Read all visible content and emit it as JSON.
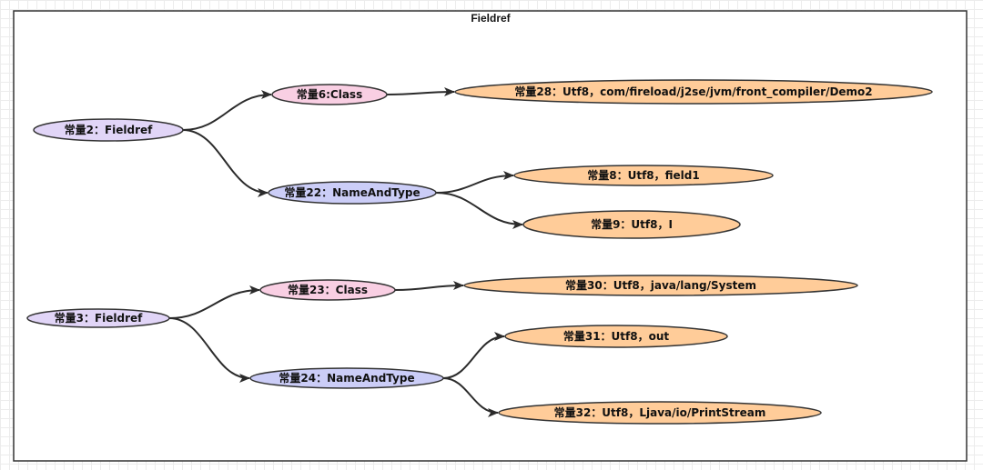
{
  "title": "Fieldref",
  "colors": {
    "fieldref": "#e1d5f7",
    "class": "#f9cfe3",
    "name_and_type": "#cbcdf7",
    "utf8": "#ffcc99",
    "stroke": "#333333",
    "edge": "#2b2b2b"
  },
  "nodes": [
    {
      "id": "n2",
      "label": "常量2：Fieldref",
      "kind": "fieldref"
    },
    {
      "id": "n6",
      "label": "常量6:Class",
      "kind": "class"
    },
    {
      "id": "n28",
      "label": "常量28：Utf8，com/fireload/j2se/jvm/front_compiler/Demo2",
      "kind": "utf8"
    },
    {
      "id": "n22",
      "label": "常量22：NameAndType",
      "kind": "name_and_type"
    },
    {
      "id": "n8",
      "label": "常量8：Utf8，field1",
      "kind": "utf8"
    },
    {
      "id": "n9",
      "label": "常量9：Utf8，I",
      "kind": "utf8"
    },
    {
      "id": "n3",
      "label": "常量3：Fieldref",
      "kind": "fieldref"
    },
    {
      "id": "n23",
      "label": "常量23：Class",
      "kind": "class"
    },
    {
      "id": "n30",
      "label": "常量30：Utf8，java/lang/System",
      "kind": "utf8"
    },
    {
      "id": "n24",
      "label": "常量24：NameAndType",
      "kind": "name_and_type"
    },
    {
      "id": "n31",
      "label": "常量31：Utf8，out",
      "kind": "utf8"
    },
    {
      "id": "n32",
      "label": "常量32：Utf8，Ljava/io/PrintStream",
      "kind": "utf8"
    }
  ],
  "edges": [
    {
      "from": "n2",
      "to": "n6"
    },
    {
      "from": "n2",
      "to": "n22"
    },
    {
      "from": "n6",
      "to": "n28"
    },
    {
      "from": "n22",
      "to": "n8"
    },
    {
      "from": "n22",
      "to": "n9"
    },
    {
      "from": "n3",
      "to": "n23"
    },
    {
      "from": "n3",
      "to": "n24"
    },
    {
      "from": "n23",
      "to": "n30"
    },
    {
      "from": "n24",
      "to": "n31"
    },
    {
      "from": "n24",
      "to": "n32"
    }
  ]
}
